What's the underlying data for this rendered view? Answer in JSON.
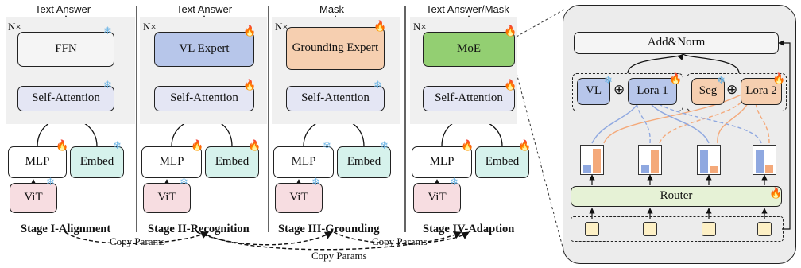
{
  "stages": [
    {
      "top_label": "Text Answer",
      "repeat": "N×",
      "expert": "FFN",
      "attention": "Self-Attention",
      "mlp": "MLP",
      "embed": "Embed",
      "vit": "ViT",
      "title": "Stage I-Alignment"
    },
    {
      "top_label": "Text Answer",
      "repeat": "N×",
      "expert": "VL Expert",
      "attention": "Self-Attention",
      "mlp": "MLP",
      "embed": "Embed",
      "vit": "ViT",
      "title": "Stage II-Recognition"
    },
    {
      "top_label": "Mask",
      "repeat": "N×",
      "expert": "Grounding Expert",
      "attention": "Self-Attention",
      "mlp": "MLP",
      "embed": "Embed",
      "vit": "ViT",
      "title": "Stage III-Grounding"
    },
    {
      "top_label": "Text Answer/Mask",
      "repeat": "N×",
      "expert": "MoE",
      "attention": "Self-Attention",
      "mlp": "MLP",
      "embed": "Embed",
      "vit": "ViT",
      "title": "Stage IV-Adaption"
    }
  ],
  "copy_params": [
    "Copy Params",
    "Copy Params",
    "Copy Params"
  ],
  "moe_detail": {
    "add_norm": "Add&Norm",
    "vl": "VL",
    "lora1": "Lora 1",
    "seg": "Seg",
    "lora2": "Lora 2",
    "plus": "⊕",
    "router": "Router"
  },
  "icons": {
    "trainable": "flame-icon",
    "frozen": "snowflake-icon"
  },
  "colors": {
    "attention": "#e4e6f4",
    "embed": "#d6f2ec",
    "vit": "#f7dde1",
    "vl_expert": "#b7c6ea",
    "grounding_expert": "#f6cfb0",
    "moe": "#93cf72",
    "router": "#e6f2d6",
    "token": "#fdf0c5",
    "bar_blue": "#8fa8e0",
    "bar_orange": "#f4a97a"
  },
  "router_bars": [
    [
      0.3,
      0.9
    ],
    [
      0.3,
      0.85
    ],
    [
      0.85,
      0.25
    ],
    [
      0.85,
      0.3
    ]
  ]
}
